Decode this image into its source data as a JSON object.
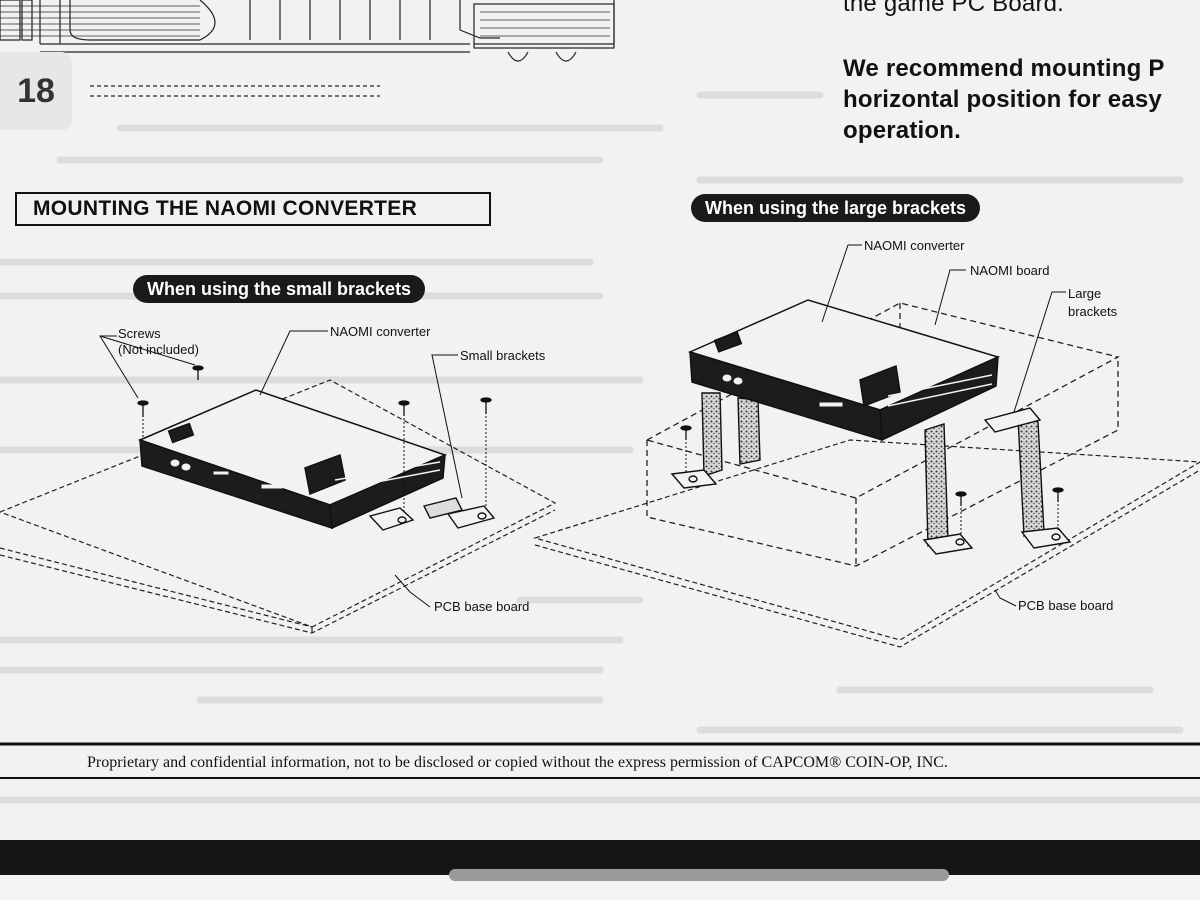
{
  "page": {
    "page_number": "18",
    "top_text": [
      "the game PC Board.",
      "We recommend mounting P",
      "horizontal position for easy",
      "operation."
    ],
    "section_heading": "MOUNTING THE NAOMI CONVERTER",
    "footer": "Proprietary and confidential information, not to be disclosed or copied without the express permission of CAPCOM® COIN-OP, INC."
  },
  "small_brackets": {
    "title": "When using the small brackets",
    "labels": {
      "screws": "Screws",
      "screws_note": "(Not included)",
      "converter": "NAOMI converter",
      "brackets": "Small brackets",
      "base": "PCB base board"
    }
  },
  "large_brackets": {
    "title": "When using the large brackets",
    "labels": {
      "converter": "NAOMI converter",
      "board": "NAOMI board",
      "brackets_line1": "Large",
      "brackets_line2": "brackets",
      "base": "PCB base board"
    }
  }
}
